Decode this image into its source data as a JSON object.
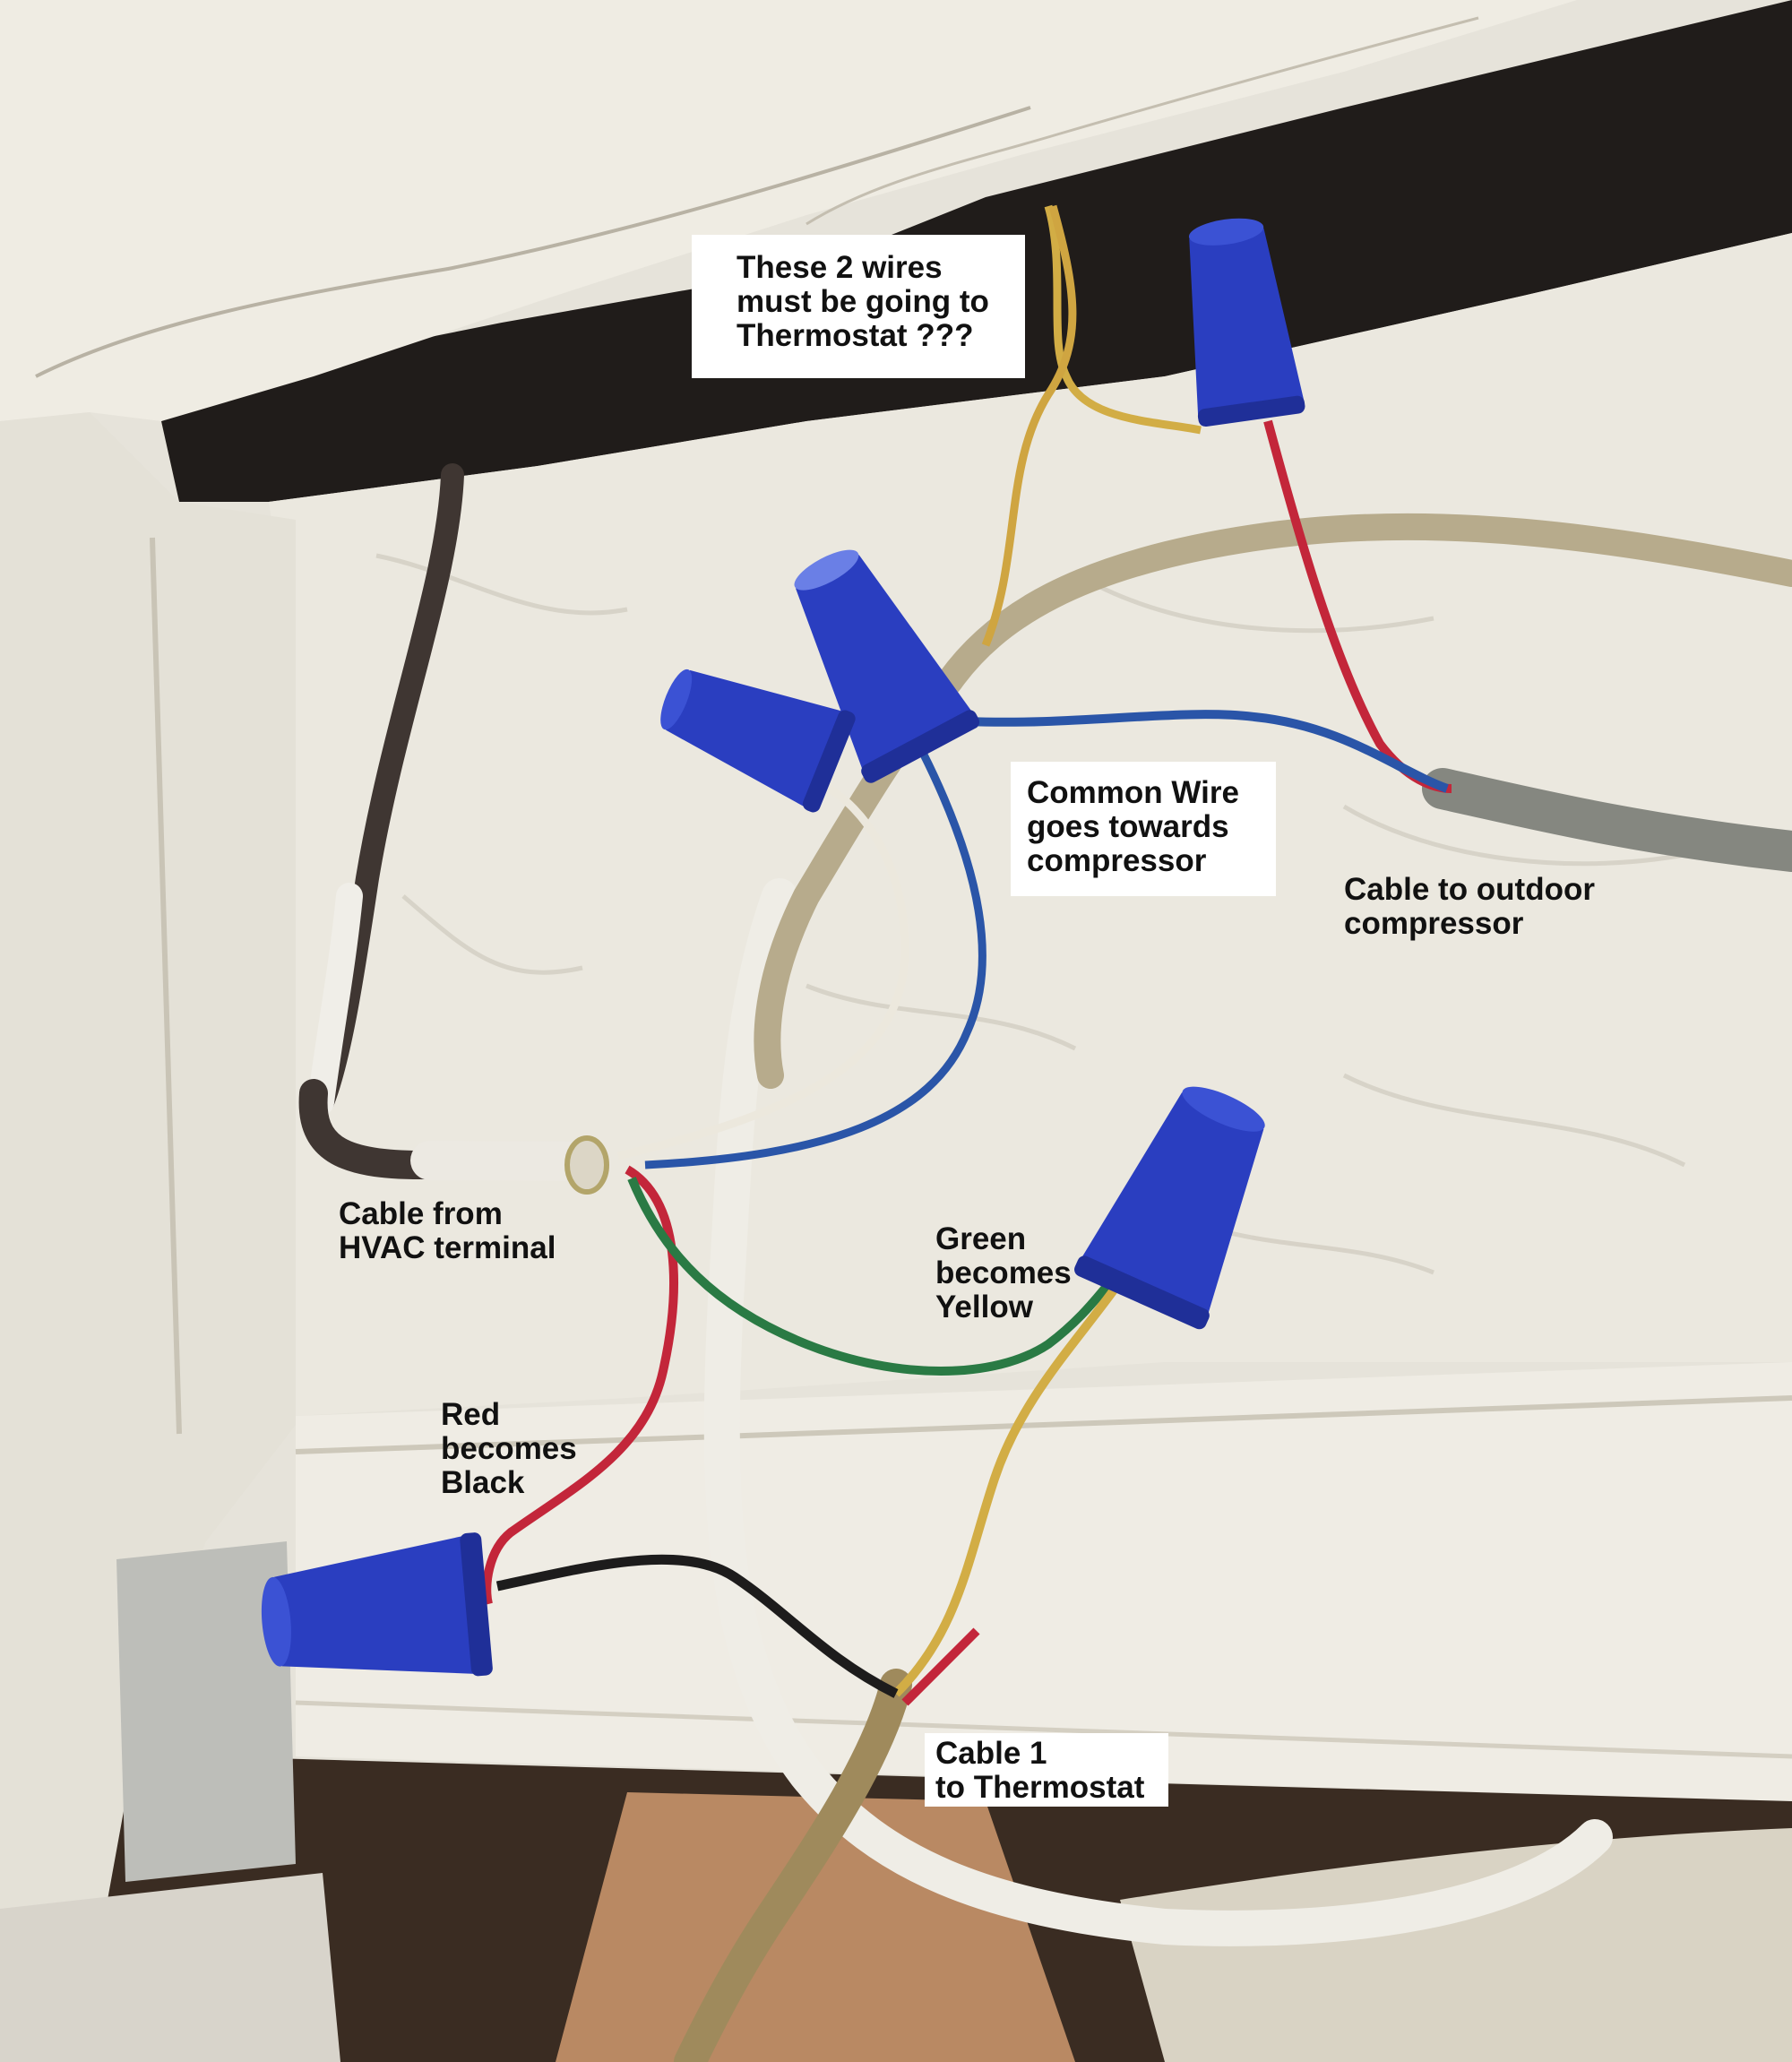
{
  "labels": {
    "thermostat_question": "These 2 wires\nmust be going to\nThermostat ???",
    "common_wire": "Common Wire\ngoes towards\ncompressor",
    "outdoor_cable": "Cable to outdoor\ncompressor",
    "hvac_cable": "Cable from\nHVAC terminal",
    "green_yellow": "Green\nbecomes\nYellow",
    "red_black": "Red\nbecomes\nBlack",
    "thermostat_cable": "Cable 1\nto Thermostat"
  },
  "colors": {
    "wall": "#e9e6dd",
    "wire_nut": "#2a3ec0",
    "wire_red": "#c3263a",
    "wire_blue": "#2a55a8",
    "wire_green": "#2a7a44",
    "wire_yellow": "#d2ad45",
    "wire_white": "#e8e4da",
    "wire_black": "#1d1c1c",
    "cable_gray": "#7d7f7b",
    "cable_tan": "#b4a98d"
  }
}
